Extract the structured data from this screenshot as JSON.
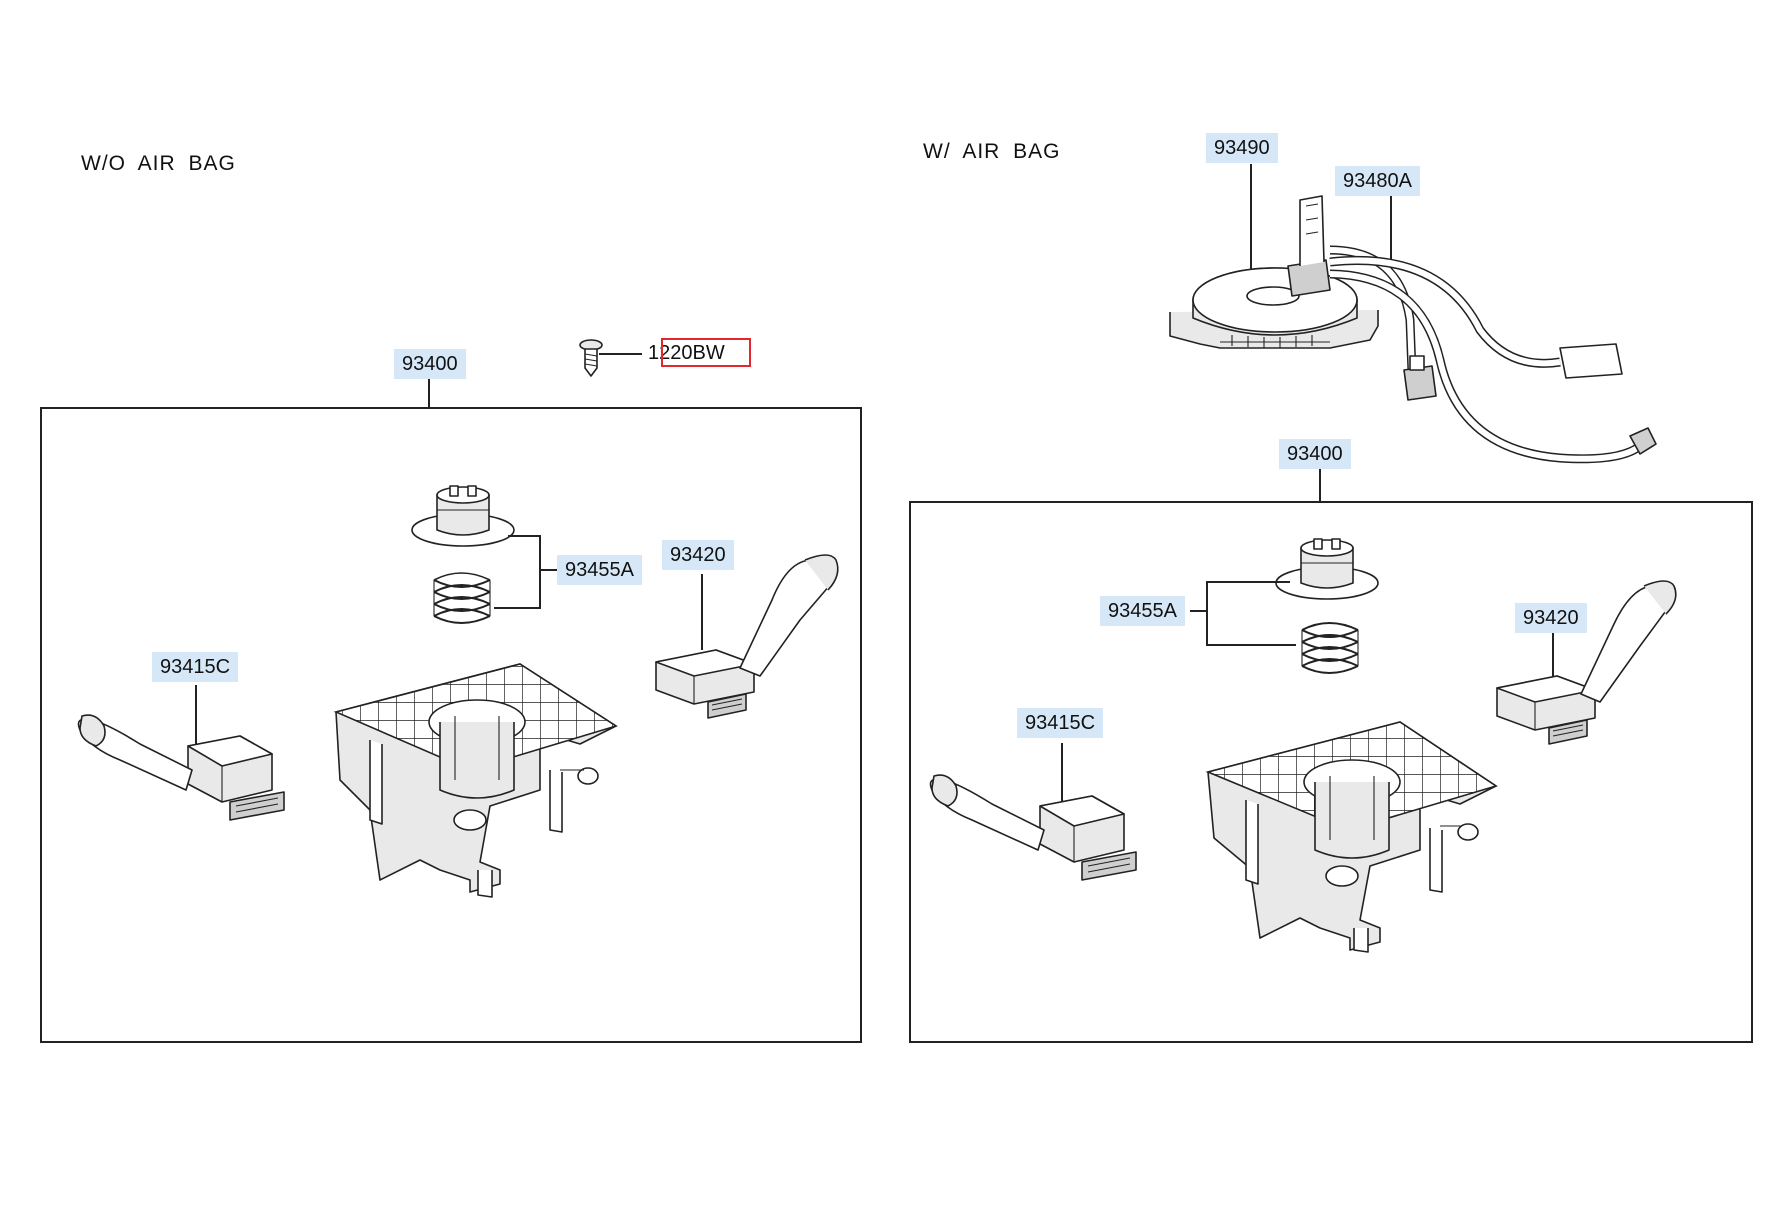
{
  "sections": {
    "without_airbag": {
      "title": "W/O  AIR  BAG"
    },
    "with_airbag": {
      "title": "W/  AIR  BAG"
    }
  },
  "labels": {
    "left_93400": "93400",
    "left_screw": "1220BW",
    "left_93455A": "93455A",
    "left_93420": "93420",
    "left_93415C": "93415C",
    "right_93490": "93490",
    "right_93480A": "93480A",
    "right_93400": "93400",
    "right_93455A": "93455A",
    "right_93420": "93420",
    "right_93415C": "93415C"
  },
  "colors": {
    "label_highlight": "#d6e8f7",
    "selection_box": "#e0282e"
  },
  "highlighted_part": "1220BW"
}
